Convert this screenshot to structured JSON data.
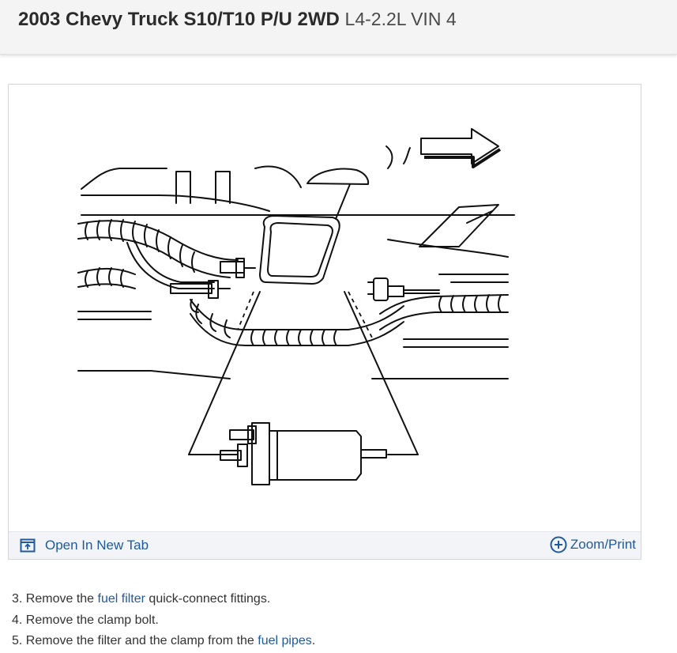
{
  "header": {
    "vehicle": "2003 Chevy Truck S10/T10 P/U 2WD",
    "engine": "L4-2.2L VIN 4"
  },
  "figure": {
    "open_tab_label": "Open In New Tab",
    "zoom_label": "Zoom/Print",
    "open_tab_icon": "open-in-new-tab-icon",
    "zoom_icon": "circle-plus-icon"
  },
  "steps": [
    {
      "num": "3.",
      "pre": " Remove the ",
      "link": "fuel filter",
      "post": " quick-connect fittings."
    },
    {
      "num": "4.",
      "pre": " Remove the clamp bolt.",
      "link": "",
      "post": ""
    },
    {
      "num": "5.",
      "pre": " Remove the filter and the clamp from the ",
      "link": "fuel pipes",
      "post": "."
    }
  ],
  "colors": {
    "link": "#1f5a9e",
    "header_bg": "#f4f4f4",
    "toolbar_bg": "#f3f4f7",
    "text": "#333333"
  }
}
